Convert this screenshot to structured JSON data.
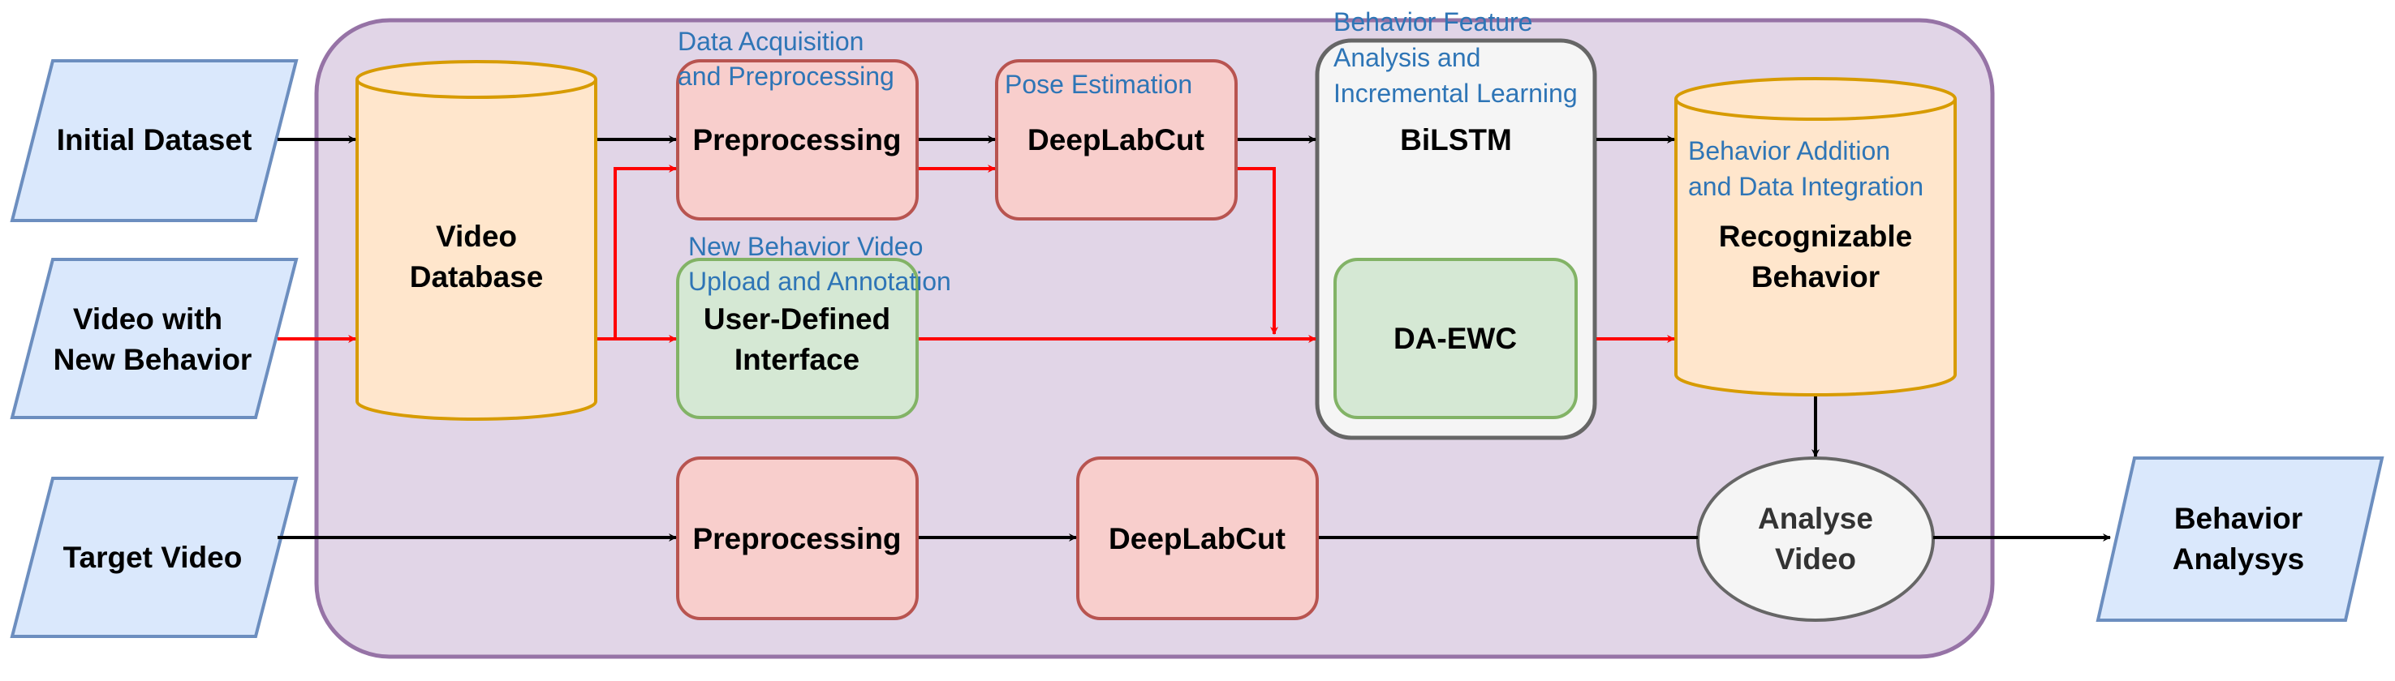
{
  "inputs": {
    "initial_dataset": "Initial Dataset",
    "new_behavior_line1": "Video with",
    "new_behavior_line2": "New Behavior",
    "target_video": "Target Video"
  },
  "output": {
    "line1": "Behavior",
    "line2": "Analysys"
  },
  "video_database": {
    "line1": "Video",
    "line2": "Database"
  },
  "preprocessing_top": "Preprocessing",
  "deeplabcut_top": "DeepLabCut",
  "bilstm": "BiLSTM",
  "da_ewc": "DA-EWC",
  "user_interface": {
    "line1": "User-Defined",
    "line2": "Interface"
  },
  "recognizable_behavior": {
    "line1": "Recognizable",
    "line2": "Behavior"
  },
  "preprocessing_bottom": "Preprocessing",
  "deeplabcut_bottom": "DeepLabCut",
  "analyse_video": {
    "line1": "Analyse",
    "line2": "Video"
  },
  "annotations": {
    "data_acquisition_line1": "Data Acquisition",
    "data_acquisition_line2": "and Preprocessing",
    "pose_estimation": "Pose Estimation",
    "new_behavior_upload_line1": "New Behavior Video",
    "new_behavior_upload_line2": "Upload and Annotation",
    "behavior_feature_line1": "Behavior Feature",
    "behavior_feature_line2": "Analysis and",
    "behavior_feature_line3": "Incremental Learning",
    "behavior_addition_line1": "Behavior Addition",
    "behavior_addition_line2": "and Data Integration"
  },
  "colors": {
    "container_fill": "#e1d5e7",
    "container_stroke": "#9673a6",
    "input_fill": "#dae8fc",
    "input_stroke": "#6c8ebf",
    "database_fill": "#ffe6cc",
    "database_stroke": "#d79b00",
    "process_red_fill": "#f8cecc",
    "process_red_stroke": "#b85450",
    "process_green_fill": "#d5e8d4",
    "process_green_stroke": "#82b366",
    "gray_fill": "#f5f5f5",
    "gray_stroke": "#666666",
    "arrow_black": "#000000",
    "arrow_red": "#ff0000",
    "annotation_text": "#2e75b6"
  }
}
